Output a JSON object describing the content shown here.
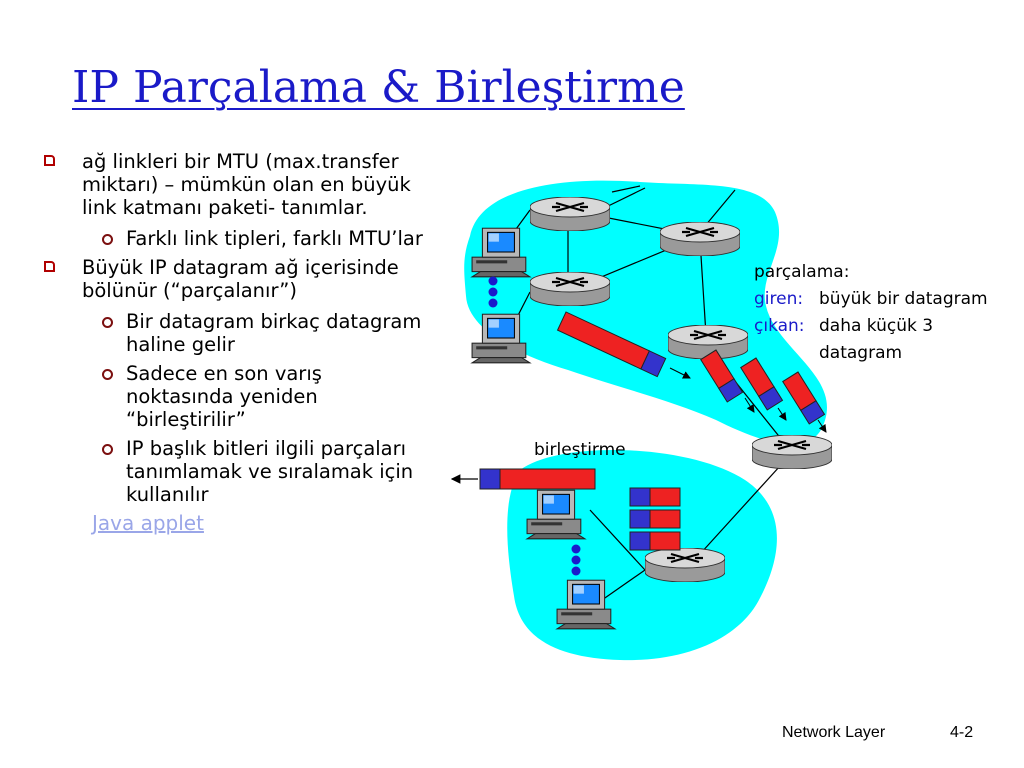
{
  "title": "IP Parçalama & Birleştirme",
  "bullets": [
    {
      "text": "ağ linkleri bir MTU (max.transfer miktarı) – mümkün olan en büyük link katmanı paketi- tanımlar.",
      "subs": [
        "Farklı link tipleri, farklı MTU’lar"
      ]
    },
    {
      "text": "Büyük IP datagram ağ içerisinde bölünür (“parçalanır”)",
      "subs": [
        "Bir datagram birkaç datagram haline gelir",
        "Sadece en son varış noktasında yeniden “birleştirilir”",
        "IP başlık bitleri ilgili parçaları tanımlamak ve sıralamak için kullanılır"
      ]
    }
  ],
  "java_link": "Java applet",
  "diagram": {
    "parcalama": "parçalama:",
    "giren_key": "giren:",
    "giren_val": "büyük bir datagram",
    "cikan_key": "çıkan:",
    "cikan_val": "daha küçük 3",
    "cikan_val2": "datagram",
    "birlestirme": "birleştirme",
    "colors": {
      "cloud": "#00ffff",
      "header": "#3333cc",
      "payload": "#ee2222",
      "router": "#c8c8c8"
    }
  },
  "footer": {
    "section": "Network Layer",
    "page": "4-2"
  }
}
